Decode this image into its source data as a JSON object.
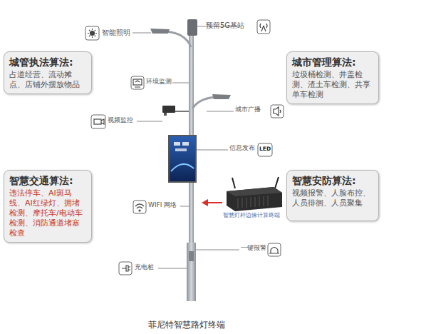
{
  "diagram": {
    "caption": "菲尼特智慧路灯终端",
    "nodes": [
      {
        "text": [
          "城管执法算法:",
          "占道经营、流动摊点、店铺外摆放物品"
        ]
      },
      {
        "text": [
          "城市管理算法:",
          "垃圾桶检测、井盖检测、渣土车检测、共享单车检测"
        ]
      },
      {
        "text": [
          "智慧交通算法:",
          "违法停车、AI斑马线、AI红绿灯、拥堵检测、摩托车/电动车检测、消防通道堵塞检查"
        ]
      },
      {
        "text": [
          "智慧安防算法:",
          "视频报警、人脸布控、人员徘徊、人员聚集"
        ]
      }
    ],
    "labels": [
      "智能照明",
      "预留5G基站",
      "环境监测",
      "城市广播",
      "视频监控",
      "信息发布",
      "LED",
      "WIFI 网络",
      "智慧灯杆边缘计算终端",
      "一键报警",
      "充电桩"
    ]
  }
}
